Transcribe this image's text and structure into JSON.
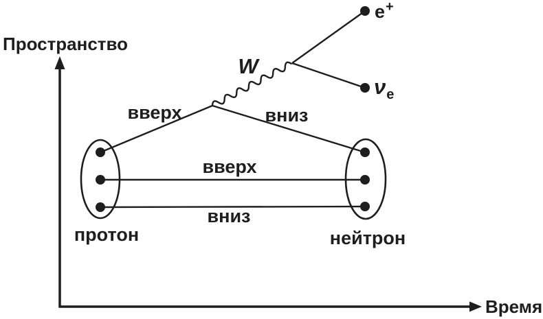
{
  "diagram": {
    "axes": {
      "y_label": "Пространство",
      "x_label": "Время"
    },
    "labels": {
      "quark_upper_left": "вверх",
      "quark_upper_right": "вниз",
      "quark_middle": "вверх",
      "quark_bottom": "вниз",
      "proton": "протон",
      "neutron": "нейтрон",
      "w_boson": "W"
    },
    "leptons": {
      "positron_base": "e",
      "positron_sup": "+",
      "neutrino_base": "ν",
      "neutrino_sub": "e"
    },
    "colors": {
      "ink": "#1e1e1e",
      "background": "#ffffff"
    }
  }
}
